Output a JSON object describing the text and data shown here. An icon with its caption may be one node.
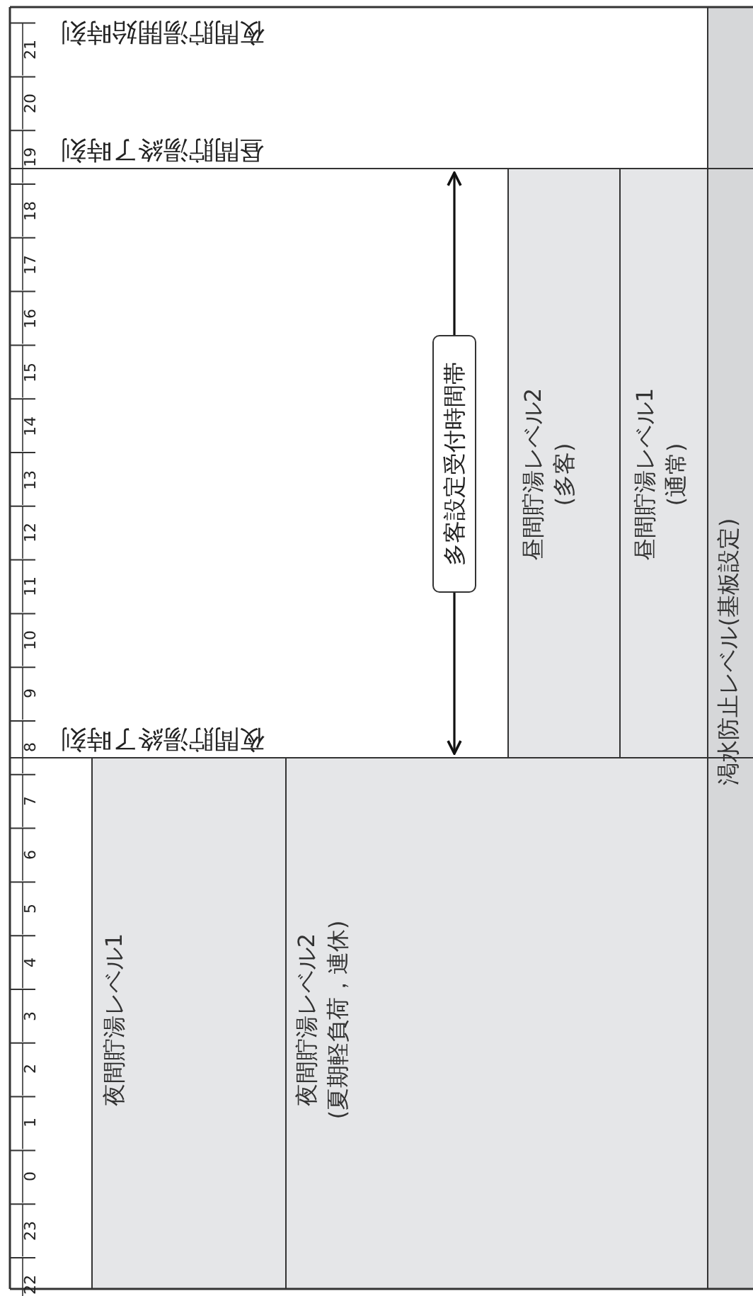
{
  "diagram": {
    "nodes": [
      {
        "text": [
          "夜間貯湯レベル1"
        ]
      },
      {
        "text": [
          "夜間貯湯レベル2",
          "(夏期軽負荷，連休)"
        ]
      },
      {
        "text": [
          "昼間貯湯レベル2",
          "(多客)"
        ]
      },
      {
        "text": [
          "昼間貯湯レベル1",
          "(通常)"
        ]
      },
      {
        "text": [
          "渇水防止レベル(基板設定)"
        ]
      },
      {
        "text": [
          "多客設定受付時間帯"
        ]
      }
    ],
    "labels": [
      "21",
      "夜間貯湯開始時刻",
      "20",
      "19",
      "昼間貯湯終了時刻",
      "18",
      "17",
      "16",
      "15",
      "14",
      "13",
      "12",
      "11",
      "10",
      "9",
      "8",
      "夜間貯湯終了時刻",
      "7",
      "6",
      "5",
      "4",
      "3",
      "2",
      "1",
      "0",
      "23",
      "22"
    ]
  }
}
